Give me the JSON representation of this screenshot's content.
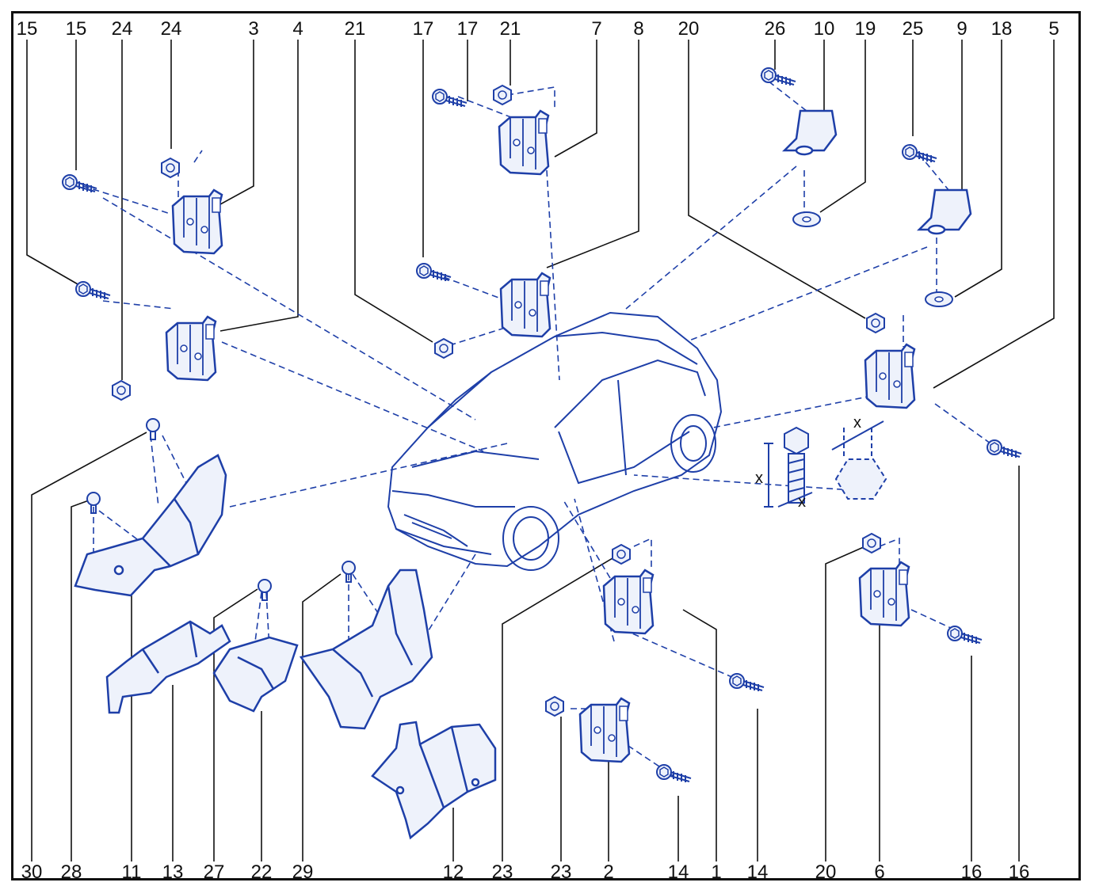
{
  "diagram": {
    "stroke_color": "#1e3fa8",
    "fill_color": "#eef2fb",
    "leader_color": "#111111",
    "text_color": "#111111",
    "top_callouts": [
      "15",
      "15",
      "24",
      "24",
      "3",
      "4",
      "21",
      "17",
      "17",
      "21",
      "7",
      "8",
      "20",
      "26",
      "10",
      "19",
      "25",
      "9",
      "18",
      "5"
    ],
    "bottom_callouts": [
      "30",
      "28",
      "11",
      "13",
      "27",
      "22",
      "29",
      "12",
      "23",
      "23",
      "2",
      "14",
      "1",
      "14",
      "20",
      "6",
      "16",
      "16"
    ],
    "dimension_labels": [
      "x",
      "x",
      "x"
    ],
    "parts": [
      {
        "id": "3",
        "name": "hinge"
      },
      {
        "id": "4",
        "name": "hinge"
      },
      {
        "id": "7",
        "name": "hinge"
      },
      {
        "id": "8",
        "name": "hinge"
      },
      {
        "id": "10",
        "name": "hinge"
      },
      {
        "id": "9",
        "name": "hinge"
      },
      {
        "id": "5",
        "name": "hinge"
      },
      {
        "id": "6",
        "name": "hinge"
      },
      {
        "id": "1",
        "name": "hinge"
      },
      {
        "id": "2",
        "name": "hinge"
      },
      {
        "id": "11",
        "name": "bracket"
      },
      {
        "id": "13",
        "name": "bracket"
      },
      {
        "id": "22",
        "name": "bracket"
      },
      {
        "id": "29",
        "name": "bracket"
      },
      {
        "id": "12",
        "name": "bracket"
      }
    ]
  }
}
